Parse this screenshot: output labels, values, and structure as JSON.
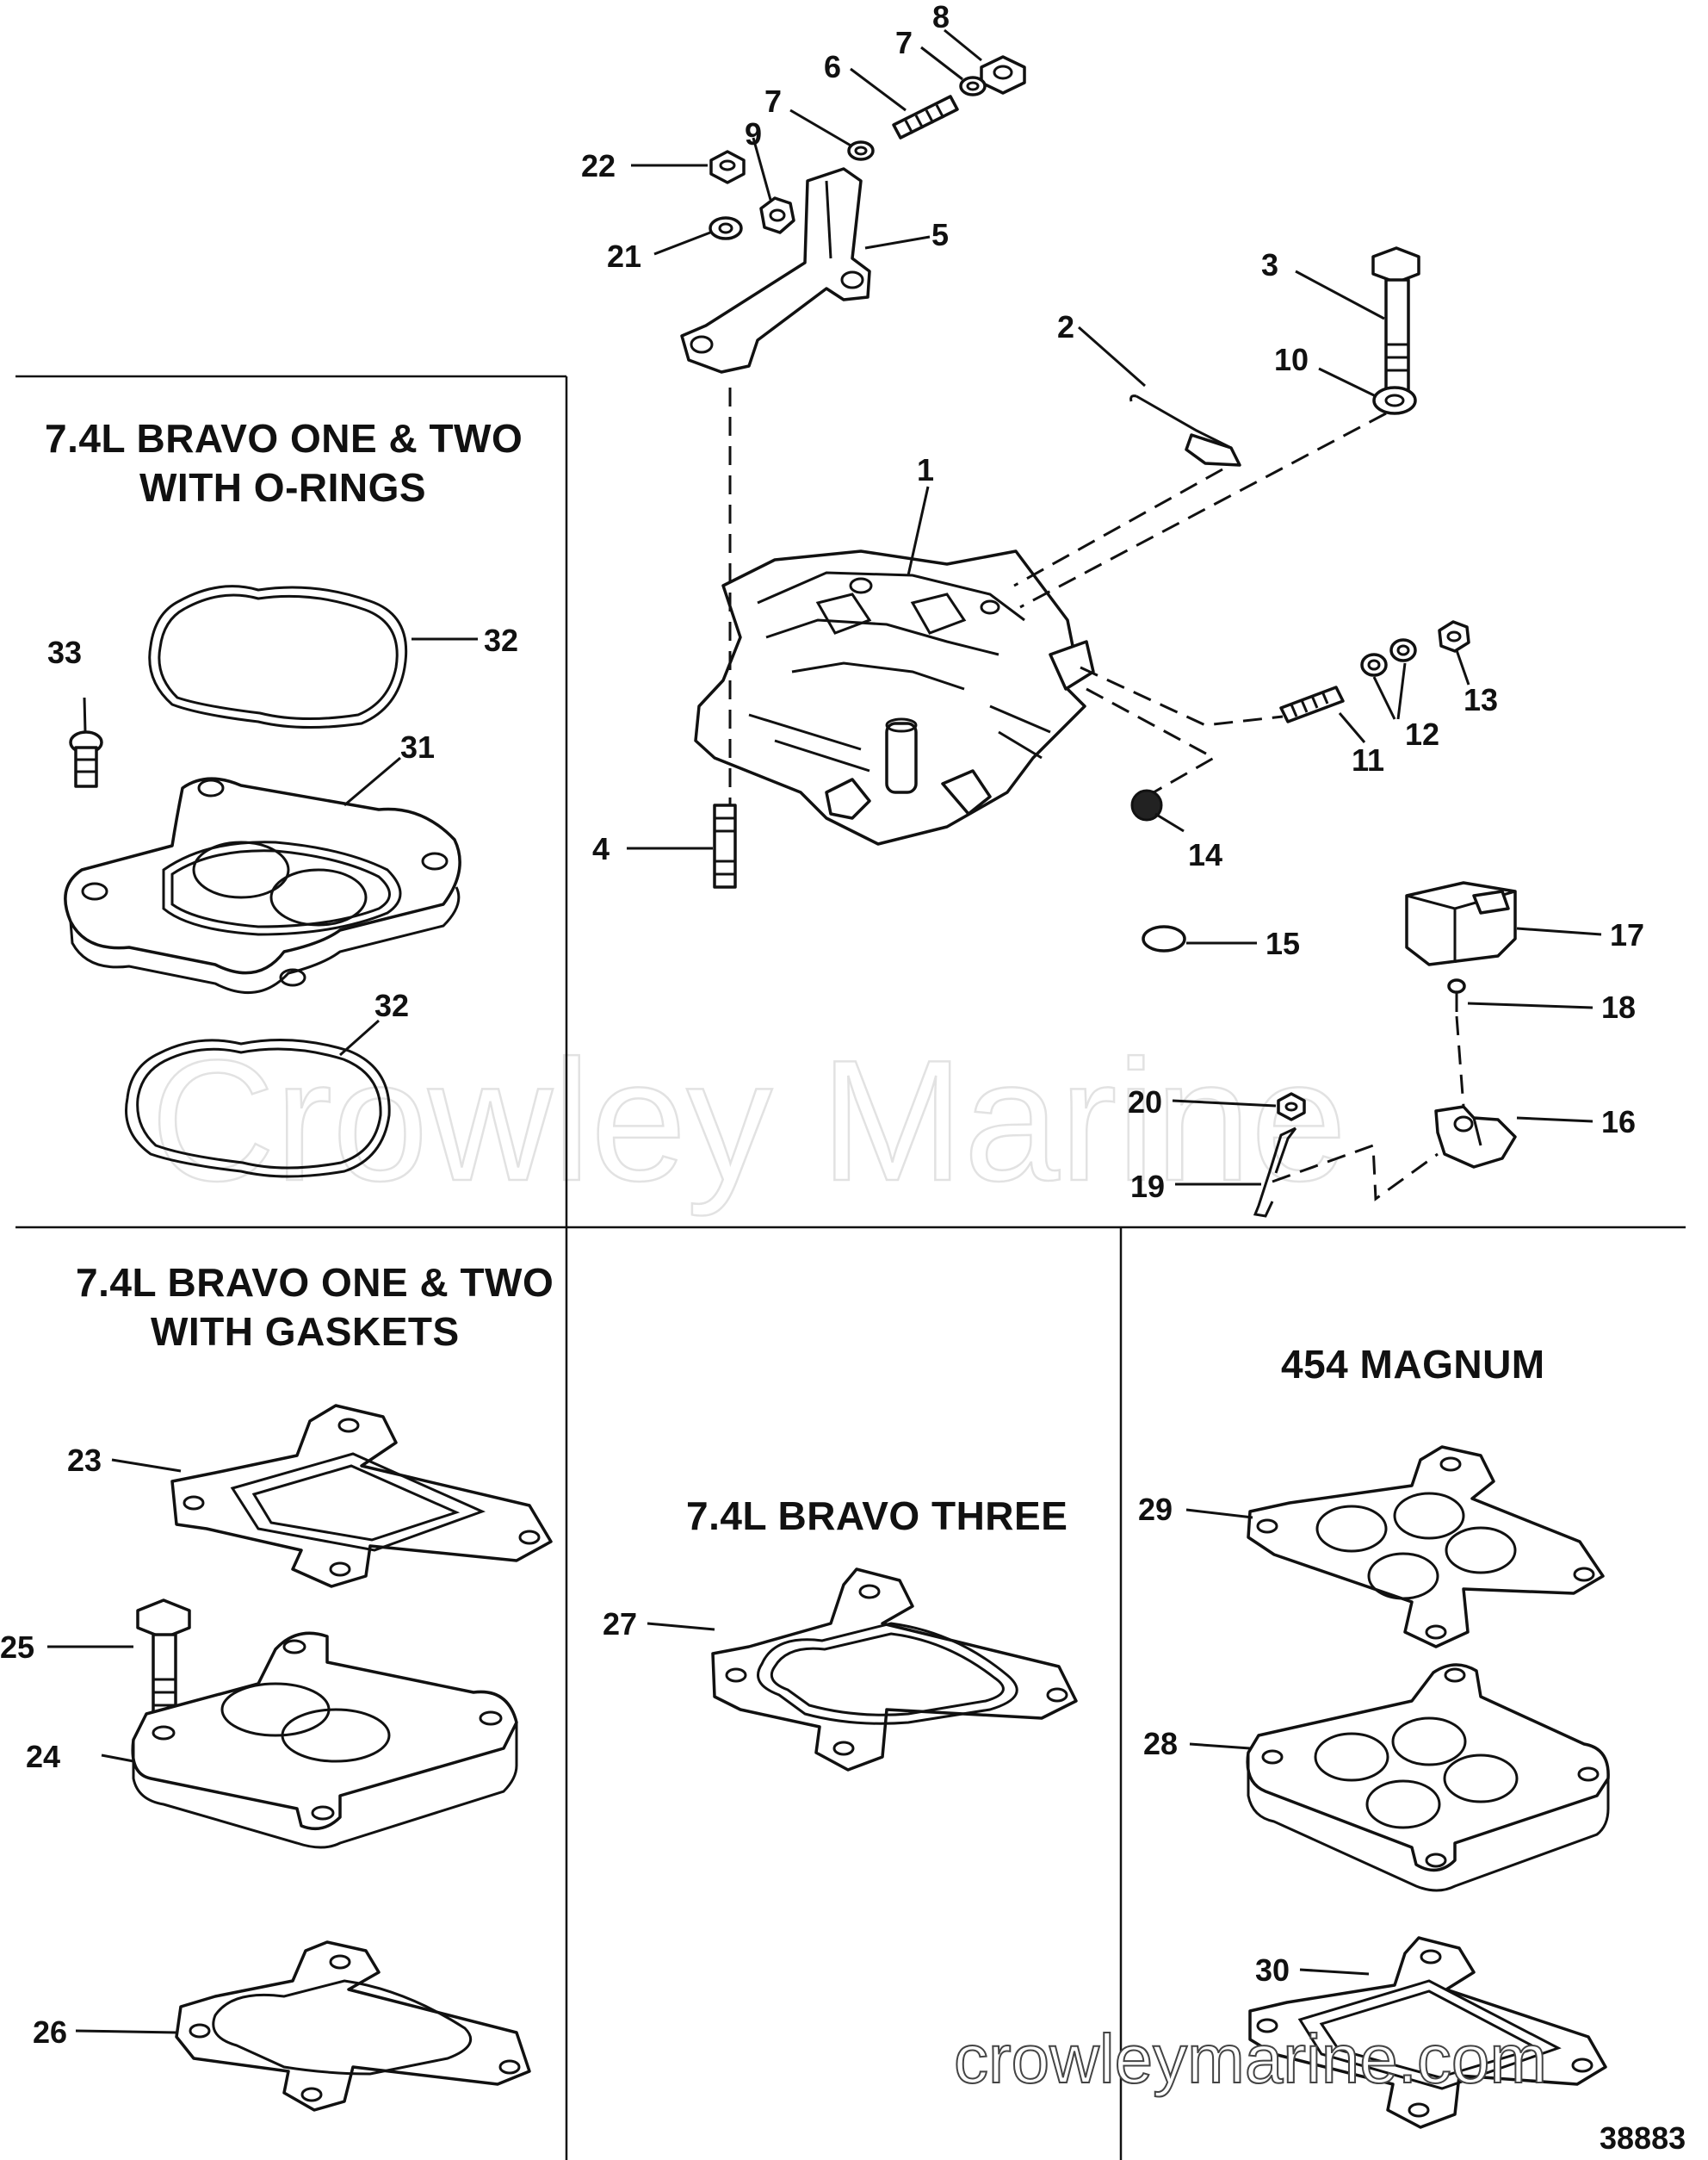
{
  "sections": {
    "orings": "7.4L BRAVO ONE & TWO",
    "orings_sub": "WITH O-RINGS",
    "gaskets": "7.4L BRAVO ONE & TWO",
    "gaskets_sub": "WITH GASKETS",
    "bravo_three": "7.4L BRAVO THREE",
    "magnum": "454 MAGNUM"
  },
  "callouts": {
    "c1": "1",
    "c2": "2",
    "c3": "3",
    "c4": "4",
    "c5": "5",
    "c6": "6",
    "c7a": "7",
    "c7b": "7",
    "c8": "8",
    "c9": "9",
    "c10": "10",
    "c11": "11",
    "c12": "12",
    "c13": "13",
    "c14": "14",
    "c15": "15",
    "c16": "16",
    "c17": "17",
    "c18": "18",
    "c19": "19",
    "c20": "20",
    "c21": "21",
    "c22": "22",
    "c23": "23",
    "c24": "24",
    "c25": "25",
    "c26": "26",
    "c27": "27",
    "c28": "28",
    "c29": "29",
    "c30": "30",
    "c31": "31",
    "c32a": "32",
    "c32b": "32",
    "c33": "33"
  },
  "watermark": "Crowley Marine",
  "footer_watermark": "crowleymarine.com",
  "figure_number": "38883"
}
